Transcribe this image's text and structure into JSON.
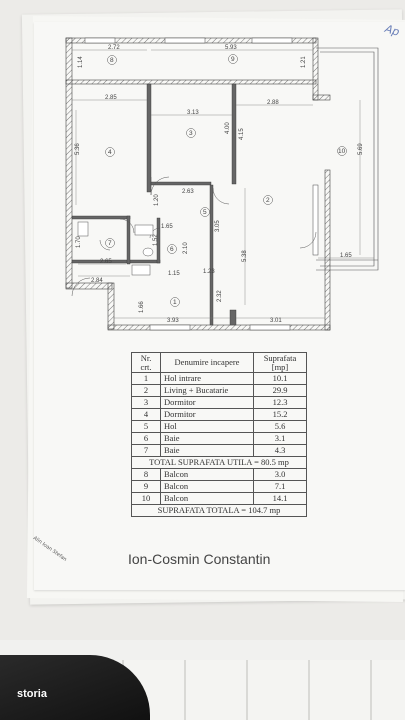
{
  "plan_dimensions": {
    "d1": "2.72",
    "d2": "5.93",
    "d3": "1.14",
    "d4": "1.21",
    "d5": "2.85",
    "d6": "3.13",
    "d7": "2.88",
    "d8": "5.36",
    "d9": "4.00",
    "d10": "4.15",
    "d11": "5.69",
    "d12": "2.63",
    "d13": "1.20",
    "d14": "1.65",
    "d15": "1.70",
    "d16": "1.52",
    "d17": "2.10",
    "d18": "3.05",
    "d19": "5.38",
    "d20": "2.65",
    "d21": "2.84",
    "d22": "1.15",
    "d23": "1.23",
    "d24": "1.65",
    "d25": "2.32",
    "d26": "1.66",
    "d27": "3.93",
    "d28": "3.01"
  },
  "plan_rooms": {
    "r1": "1",
    "r2": "2",
    "r3": "3",
    "r4": "4",
    "r5": "5",
    "r6": "6",
    "r7": "7",
    "r8": "8",
    "r9": "9",
    "r10": "10"
  },
  "corner_note": "Ap",
  "table": {
    "header": {
      "nr": "Nr. crt.",
      "denumire": "Denumire incapere",
      "suprafata": "Suprafata [mp]"
    },
    "rows": [
      {
        "nr": "1",
        "name": "Hol intrare",
        "area": "10.1"
      },
      {
        "nr": "2",
        "name": "Living + Bucatarie",
        "area": "29.9"
      },
      {
        "nr": "3",
        "name": "Dormitor",
        "area": "12.3"
      },
      {
        "nr": "4",
        "name": "Dormitor",
        "area": "15.2"
      },
      {
        "nr": "5",
        "name": "Hol",
        "area": "5.6"
      },
      {
        "nr": "6",
        "name": "Baie",
        "area": "3.1"
      },
      {
        "nr": "7",
        "name": "Baie",
        "area": "4.3"
      }
    ],
    "total_utila": "TOTAL SUPRAFATA UTILA = 80.5 mp",
    "balcony_rows": [
      {
        "nr": "8",
        "name": "Balcon",
        "area": "3.0"
      },
      {
        "nr": "9",
        "name": "Balcon",
        "area": "7.1"
      },
      {
        "nr": "10",
        "name": "Balcon",
        "area": "14.1"
      }
    ],
    "total": "SUPRAFATA TOTALA = 104.7 mp"
  },
  "signature": "Ion-Cosmin Constantin",
  "stamp": "Alin Ioan Stefan",
  "watermark": "storia"
}
